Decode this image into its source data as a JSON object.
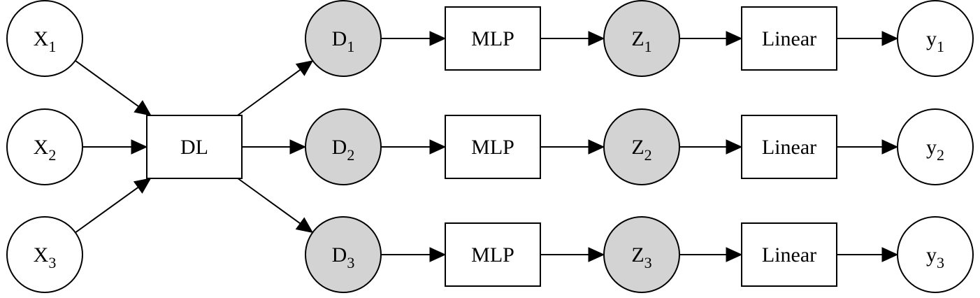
{
  "diagram": {
    "colors": {
      "shaded": "#d3d3d3",
      "plain": "#ffffff",
      "line": "#000000"
    },
    "nodes": [
      {
        "id": "x1",
        "kind": "circle",
        "label": "X",
        "sub": "1",
        "fill": "plain"
      },
      {
        "id": "x2",
        "kind": "circle",
        "label": "X",
        "sub": "2",
        "fill": "plain"
      },
      {
        "id": "x3",
        "kind": "circle",
        "label": "X",
        "sub": "3",
        "fill": "plain"
      },
      {
        "id": "dl",
        "kind": "box",
        "label": "DL",
        "sub": ""
      },
      {
        "id": "d1",
        "kind": "circle",
        "label": "D",
        "sub": "1",
        "fill": "shaded"
      },
      {
        "id": "d2",
        "kind": "circle",
        "label": "D",
        "sub": "2",
        "fill": "shaded"
      },
      {
        "id": "d3",
        "kind": "circle",
        "label": "D",
        "sub": "3",
        "fill": "shaded"
      },
      {
        "id": "mlp1",
        "kind": "box",
        "label": "MLP",
        "sub": ""
      },
      {
        "id": "mlp2",
        "kind": "box",
        "label": "MLP",
        "sub": ""
      },
      {
        "id": "mlp3",
        "kind": "box",
        "label": "MLP",
        "sub": ""
      },
      {
        "id": "z1",
        "kind": "circle",
        "label": "Z",
        "sub": "1",
        "fill": "shaded"
      },
      {
        "id": "z2",
        "kind": "circle",
        "label": "Z",
        "sub": "2",
        "fill": "shaded"
      },
      {
        "id": "z3",
        "kind": "circle",
        "label": "Z",
        "sub": "3",
        "fill": "shaded"
      },
      {
        "id": "lin1",
        "kind": "box",
        "label": "Linear",
        "sub": ""
      },
      {
        "id": "lin2",
        "kind": "box",
        "label": "Linear",
        "sub": ""
      },
      {
        "id": "lin3",
        "kind": "box",
        "label": "Linear",
        "sub": ""
      },
      {
        "id": "y1",
        "kind": "circle",
        "label": "y",
        "sub": "1",
        "fill": "plain"
      },
      {
        "id": "y2",
        "kind": "circle",
        "label": "y",
        "sub": "2",
        "fill": "plain"
      },
      {
        "id": "y3",
        "kind": "circle",
        "label": "y",
        "sub": "3",
        "fill": "plain"
      }
    ],
    "edges": [
      {
        "from": "x1",
        "to": "dl"
      },
      {
        "from": "x2",
        "to": "dl"
      },
      {
        "from": "x3",
        "to": "dl"
      },
      {
        "from": "dl",
        "to": "d1"
      },
      {
        "from": "dl",
        "to": "d2"
      },
      {
        "from": "dl",
        "to": "d3"
      },
      {
        "from": "d1",
        "to": "mlp1"
      },
      {
        "from": "d2",
        "to": "mlp2"
      },
      {
        "from": "d3",
        "to": "mlp3"
      },
      {
        "from": "mlp1",
        "to": "z1"
      },
      {
        "from": "mlp2",
        "to": "z2"
      },
      {
        "from": "mlp3",
        "to": "z3"
      },
      {
        "from": "z1",
        "to": "lin1"
      },
      {
        "from": "z2",
        "to": "lin2"
      },
      {
        "from": "z3",
        "to": "lin3"
      },
      {
        "from": "lin1",
        "to": "y1"
      },
      {
        "from": "lin2",
        "to": "y2"
      },
      {
        "from": "lin3",
        "to": "y3"
      }
    ]
  }
}
